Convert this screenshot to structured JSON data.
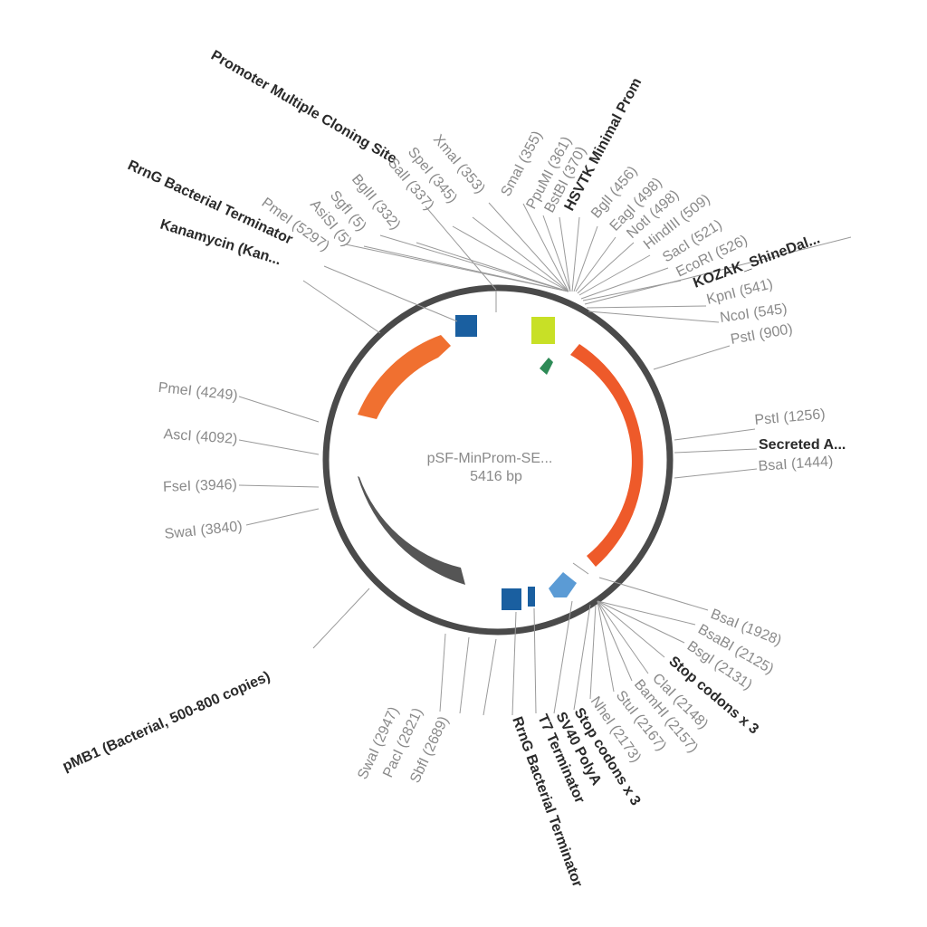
{
  "plasmid": {
    "name": "pSF-MinProm-SE...",
    "size": "5416 bp"
  },
  "features": [
    {
      "label": "Kanamycin (Kan...",
      "kind": "arrow",
      "color": "#f07030",
      "icon": "kanamycin-resistance-arrow"
    },
    {
      "label": "Secreted A...",
      "kind": "arrow",
      "color": "#ee5a2a",
      "icon": "secreted-gene-arrow"
    },
    {
      "label": "pMB1 (Bacterial, 500-800 copies)",
      "kind": "arc",
      "color": "#555555",
      "icon": "origin-arc"
    },
    {
      "label": "HSVTK Minimal Prom",
      "kind": "box",
      "color": "#c8e026",
      "icon": "promoter-box"
    },
    {
      "label": "KOZAK_ShineDal...",
      "kind": "arrow",
      "color": "#2e8b57",
      "icon": "kozak-arrow"
    },
    {
      "label": "SV40 PolyA",
      "kind": "arrow",
      "color": "#5b9bd5",
      "icon": "polya-arrow"
    },
    {
      "label": "RrnG Bacterial Terminator",
      "kind": "box",
      "color": "#1a5fa0",
      "icon": "terminator-box"
    },
    {
      "label": "T7 Terminator",
      "kind": "box",
      "color": "#1a5fa0",
      "icon": "terminator-box"
    }
  ],
  "labels": [
    {
      "id": "promoter-mcs",
      "text": "Promoter Multiple Cloning Site",
      "bold": true
    },
    {
      "id": "rrng-top",
      "text": "RrnG Bacterial Terminator",
      "bold": true
    },
    {
      "id": "kan",
      "text": "Kanamycin (Kan...",
      "bold": true
    },
    {
      "id": "xmai",
      "text": "XmaI (353)",
      "bold": false
    },
    {
      "id": "spei",
      "text": "SpeI (345)",
      "bold": false
    },
    {
      "id": "sali",
      "text": "SalI (337)",
      "bold": false
    },
    {
      "id": "bglii",
      "text": "BglII (332)",
      "bold": false
    },
    {
      "id": "sgfi",
      "text": "SgfI (5)",
      "bold": false
    },
    {
      "id": "asisi",
      "text": "AsiSI (5)",
      "bold": false
    },
    {
      "id": "pmei-top",
      "text": "PmeI (5297)",
      "bold": false
    },
    {
      "id": "smai",
      "text": "SmaI (355)",
      "bold": false
    },
    {
      "id": "ppumi",
      "text": "PpuMI (361)",
      "bold": false
    },
    {
      "id": "bstbi",
      "text": "BstBI (370)",
      "bold": false
    },
    {
      "id": "hsvtk",
      "text": "HSVTK Minimal Prom",
      "bold": true
    },
    {
      "id": "bgli",
      "text": "BglI (456)",
      "bold": false
    },
    {
      "id": "eagi",
      "text": "EagI (498)",
      "bold": false
    },
    {
      "id": "noti",
      "text": "NotI (498)",
      "bold": false
    },
    {
      "id": "hindiii",
      "text": "HindIII (509)",
      "bold": false
    },
    {
      "id": "saci",
      "text": "SacI (521)",
      "bold": false
    },
    {
      "id": "ecori",
      "text": "EcoRI (526)",
      "bold": false
    },
    {
      "id": "kozak",
      "text": "KOZAK_ShineDal...",
      "bold": true
    },
    {
      "id": "kpni",
      "text": "KpnI (541)",
      "bold": false
    },
    {
      "id": "ncoi",
      "text": "NcoI (545)",
      "bold": false
    },
    {
      "id": "psti-900",
      "text": "PstI (900)",
      "bold": false
    },
    {
      "id": "psti-1256",
      "text": "PstI (1256)",
      "bold": false
    },
    {
      "id": "secreted",
      "text": "Secreted A...",
      "bold": true
    },
    {
      "id": "bsai-1444",
      "text": "BsaI (1444)",
      "bold": false
    },
    {
      "id": "pmei-4249",
      "text": "PmeI (4249)",
      "bold": false
    },
    {
      "id": "asci",
      "text": "AscI (4092)",
      "bold": false
    },
    {
      "id": "fsei",
      "text": "FseI (3946)",
      "bold": false
    },
    {
      "id": "swai-3840",
      "text": "SwaI (3840)",
      "bold": false
    },
    {
      "id": "pmb1",
      "text": "pMB1 (Bacterial, 500-800 copies)",
      "bold": true
    },
    {
      "id": "bsai-1928",
      "text": "BsaI (1928)",
      "bold": false
    },
    {
      "id": "bsrbi",
      "text": "BsaBI (2125)",
      "bold": false
    },
    {
      "id": "bsgi",
      "text": "BsgI (2131)",
      "bold": false
    },
    {
      "id": "stop1",
      "text": "Stop codons x 3",
      "bold": true
    },
    {
      "id": "clai",
      "text": "ClaI (2148)",
      "bold": false
    },
    {
      "id": "bamhi",
      "text": "BamHI (2157)",
      "bold": false
    },
    {
      "id": "stui",
      "text": "StuI (2167)",
      "bold": false
    },
    {
      "id": "nhei",
      "text": "NheI (2173)",
      "bold": false
    },
    {
      "id": "stop2",
      "text": "Stop codons x 3",
      "bold": true
    },
    {
      "id": "sv40",
      "text": "SV40 PolyA",
      "bold": true
    },
    {
      "id": "t7",
      "text": "T7 Terminator",
      "bold": true
    },
    {
      "id": "rrng-bottom",
      "text": "RrnG Bacterial Terminator",
      "bold": true
    },
    {
      "id": "swai-2947",
      "text": "SwaI (2947)",
      "bold": false
    },
    {
      "id": "paci",
      "text": "PacI (2821)",
      "bold": false
    },
    {
      "id": "sbfi",
      "text": "SbfI (2689)",
      "bold": false
    }
  ],
  "colors": {
    "backbone": "#4a4a4a",
    "leader": "#9a9a9a",
    "label": "#8a8a8a",
    "label_bold": "#2a2a2a"
  }
}
